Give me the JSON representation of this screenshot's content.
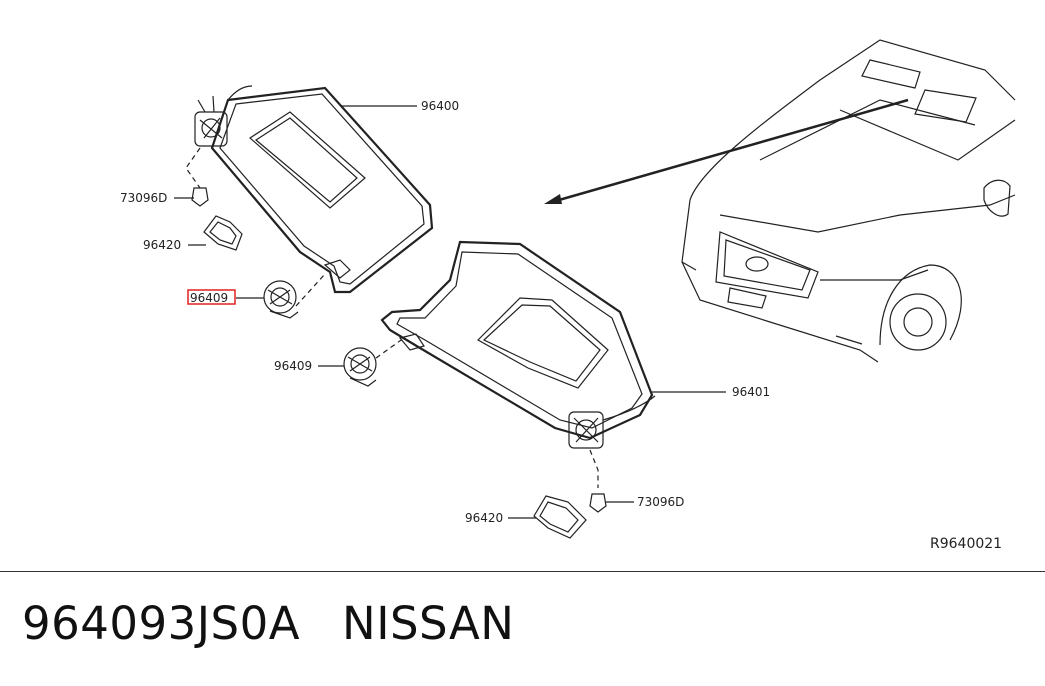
{
  "diagram": {
    "part_labels": {
      "visor_left": "96400",
      "visor_right": "96401",
      "holder_highlighted": "96409",
      "holder_lower": "96409",
      "cover_upper": "96420",
      "cover_lower": "96420",
      "screw_upper": "73096D",
      "screw_lower": "73096D"
    },
    "reference_code": "R9640021",
    "highlight_color": "#e02020"
  },
  "footer": {
    "part_number": "964093JS0A",
    "brand": "NISSAN"
  }
}
